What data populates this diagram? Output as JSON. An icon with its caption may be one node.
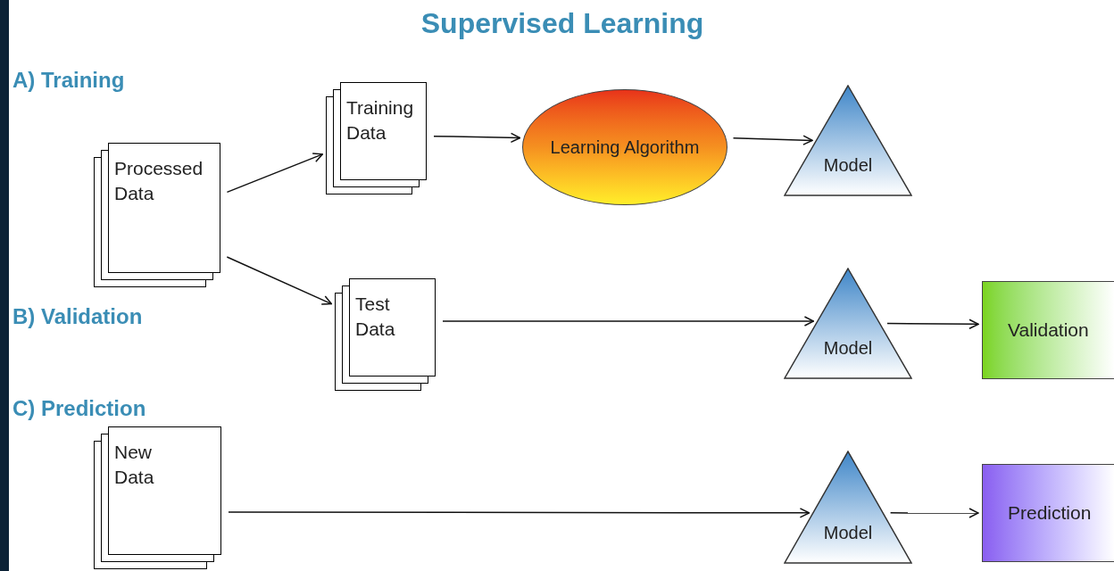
{
  "diagram": {
    "title": "Supervised Learning",
    "nodes": [
      {
        "text": [
          "Processed Data"
        ]
      },
      {
        "text": [
          "Training Data"
        ]
      },
      {
        "text": [
          "Learning Algorithm"
        ]
      },
      {
        "text": [
          "Model"
        ]
      },
      {
        "text": [
          "Test Data"
        ]
      },
      {
        "text": [
          "Model"
        ]
      },
      {
        "text": [
          "Validation"
        ]
      },
      {
        "text": [
          "New Data"
        ]
      },
      {
        "text": [
          "Model"
        ]
      },
      {
        "text": [
          "Prediction"
        ]
      }
    ],
    "edges": [
      {
        "from": 0,
        "to": 1,
        "arrow": "to"
      },
      {
        "from": 0,
        "to": 4,
        "arrow": "to"
      },
      {
        "from": 1,
        "to": 2,
        "arrow": "to"
      },
      {
        "from": 2,
        "to": 3,
        "arrow": "to"
      },
      {
        "from": 4,
        "to": 5,
        "arrow": "to"
      },
      {
        "from": 5,
        "to": 6,
        "arrow": "to"
      },
      {
        "from": 7,
        "to": 8,
        "arrow": "to"
      },
      {
        "from": 8,
        "to": 9,
        "arrow": "to"
      }
    ],
    "labels": [
      "A) Training",
      "B) Validation",
      "C) Prediction"
    ]
  }
}
